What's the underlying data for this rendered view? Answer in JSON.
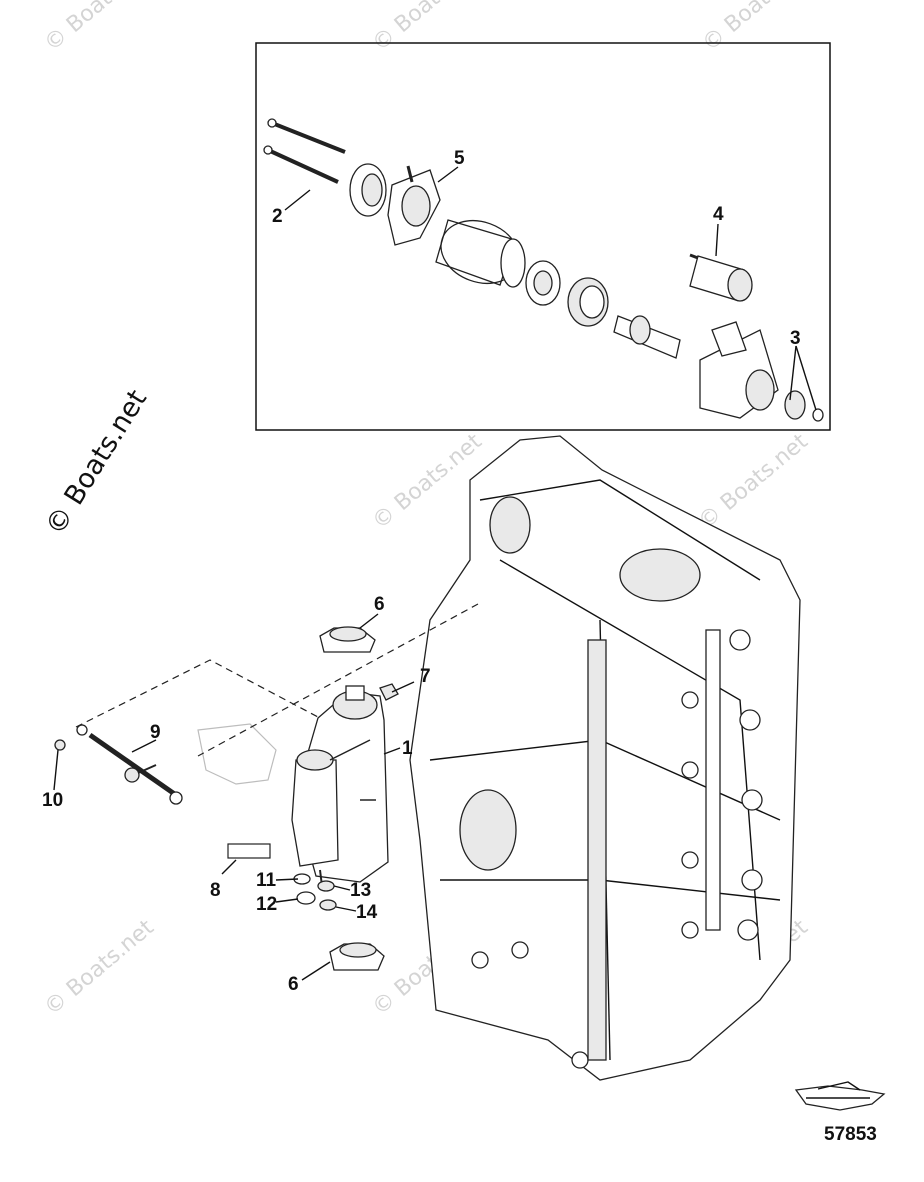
{
  "watermarks": {
    "small": "© Boats.net",
    "large": "© Boats.net"
  },
  "callouts": {
    "c1": "1",
    "c2": "2",
    "c3": "3",
    "c4": "4",
    "c5": "5",
    "c6a": "6",
    "c6b": "6",
    "c7": "7",
    "c8": "8",
    "c9": "9",
    "c10": "10",
    "c11": "11",
    "c12": "12",
    "c13": "13",
    "c14": "14"
  },
  "diagram_number": "57853"
}
